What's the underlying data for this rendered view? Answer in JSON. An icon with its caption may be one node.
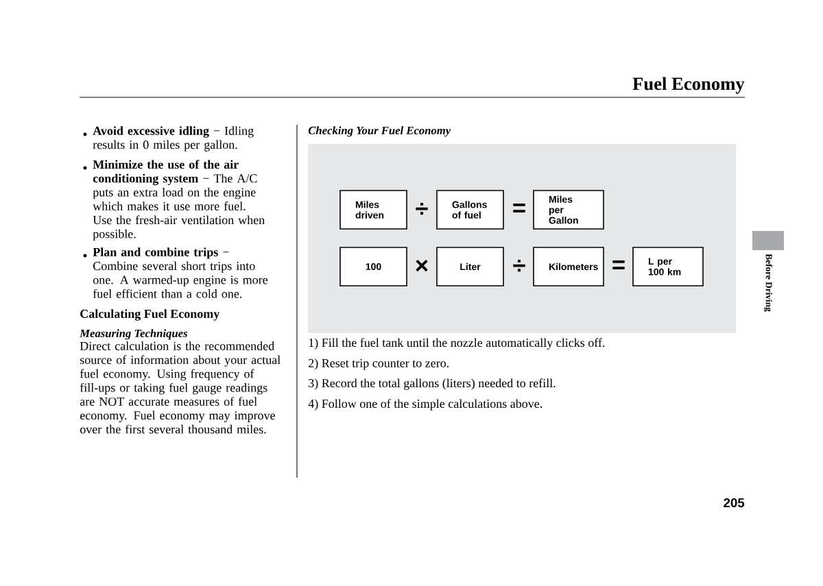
{
  "diagram": {
    "title": "Fuel Economy",
    "nodes": [
      {
        "text": [
          "Miles driven"
        ]
      },
      {
        "text": [
          "Gallons of fuel"
        ]
      },
      {
        "text": [
          "Miles per Gallon"
        ]
      },
      {
        "text": [
          "100"
        ]
      },
      {
        "text": [
          "Liter"
        ]
      },
      {
        "text": [
          "Kilometers"
        ]
      },
      {
        "text": [
          "L per 100 km"
        ]
      }
    ],
    "labels": [
      "**Avoid excessive idling** − Idling results in 0 miles per gallon.",
      "**Minimize the use of the air conditioning system** − The A/C puts an extra load on the engine which makes it use more fuel. Use the fresh-air ventilation when possible.",
      "**Plan and combine trips** − Combine several short trips into one. A warmed-up engine is more fuel efficient than a cold one.",
      "Calculating Fuel Economy",
      "Measuring Techniques",
      "Direct calculation is the recommended source of information about your actual fuel economy. Using frequency of fill-ups or taking fuel gauge readings are NOT accurate measures of fuel economy. Fuel economy may improve over the first several thousand miles.",
      "Checking Your Fuel Economy",
      "÷",
      "=",
      "×",
      "÷",
      "=",
      "1) Fill the fuel tank until the nozzle automatically clicks off.",
      "2) Reset trip counter to zero.",
      "3) Record the total gallons (liters) needed to refill.",
      "4) Follow one of the simple calculations above.",
      "Before Driving",
      "205"
    ]
  }
}
